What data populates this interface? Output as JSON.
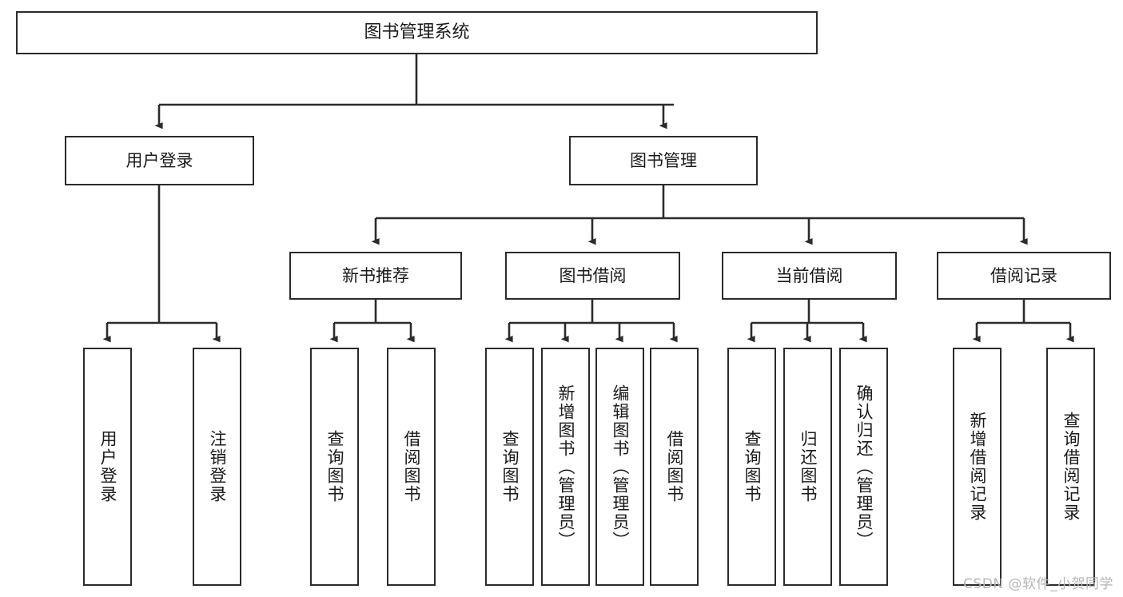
{
  "diagram": {
    "title": "图书管理系统",
    "type": "tree",
    "watermark": "CSDN @软件_小贺同学",
    "colors": {
      "border": "#2b2b2b",
      "background": "#ffffff",
      "text": "#1a1a1a",
      "edge": "#2b2b2b",
      "watermark": "#b6b6b6"
    },
    "nodes": {
      "root": {
        "label": "图书管理系统"
      },
      "level2": [
        {
          "label": "用户登录"
        },
        {
          "label": "图书管理"
        }
      ],
      "level3": [
        {
          "label": "新书推荐"
        },
        {
          "label": "图书借阅"
        },
        {
          "label": "当前借阅"
        },
        {
          "label": "借阅记录"
        }
      ],
      "leaves": {
        "user_login": [
          {
            "label": "用户登录"
          },
          {
            "label": "注销登录"
          }
        ],
        "new_book_recommend": [
          {
            "label": "查询图书"
          },
          {
            "label": "借阅图书"
          }
        ],
        "book_borrow": [
          {
            "label": "查询图书"
          },
          {
            "label": "新增图书（管理员）"
          },
          {
            "label": "编辑图书（管理员）"
          },
          {
            "label": "借阅图书"
          }
        ],
        "current_borrow": [
          {
            "label": "查询图书"
          },
          {
            "label": "归还图书"
          },
          {
            "label": "确认归还（管理员）"
          }
        ],
        "borrow_record": [
          {
            "label": "新增借阅记录"
          },
          {
            "label": "查询借阅记录"
          }
        ]
      }
    }
  }
}
